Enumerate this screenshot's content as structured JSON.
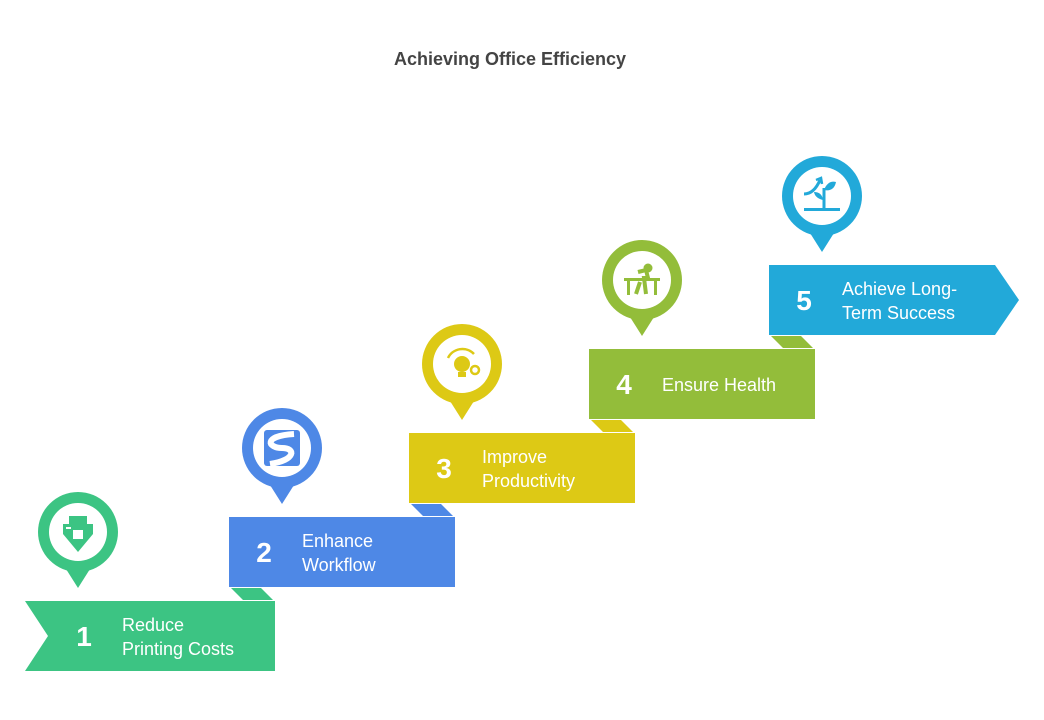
{
  "title": "Achieving Office Efficiency",
  "steps": [
    {
      "number": "1",
      "label": [
        "Reduce",
        "Printing Costs"
      ],
      "color": "#3cc483",
      "icon": "printer-icon"
    },
    {
      "number": "2",
      "label": [
        "Enhance",
        "Workflow"
      ],
      "color": "#4e88e6",
      "icon": "winding-road-icon"
    },
    {
      "number": "3",
      "label": [
        "Improve",
        "Productivity"
      ],
      "color": "#ddc915",
      "icon": "lightbulb-gear-icon"
    },
    {
      "number": "4",
      "label": [
        "Ensure Health"
      ],
      "color": "#93bd3a",
      "icon": "person-at-desk-icon"
    },
    {
      "number": "5",
      "label": [
        "Achieve Long-",
        "Term Success"
      ],
      "color": "#22a9d9",
      "icon": "growth-plant-icon"
    }
  ]
}
